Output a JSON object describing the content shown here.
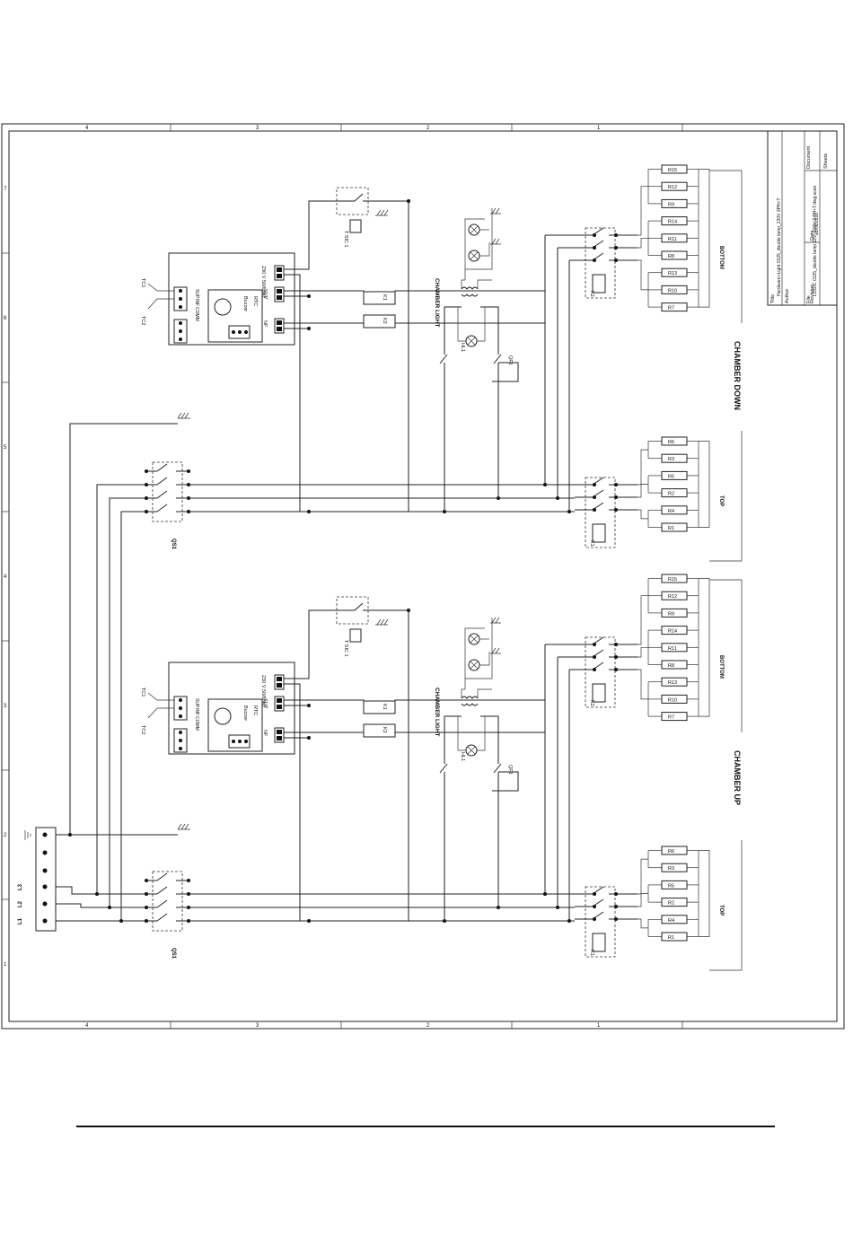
{
  "title_block": {
    "title_label": "Title",
    "title_value": "Hardware+Light 0125_double lamp_230V 3PH+T",
    "author_label": "Author",
    "file_label": "File",
    "file_value": "LOGIC 0125_double lamp 12V_230V 3 PH+T.dwg.scan",
    "revision_label": "Revision",
    "date_label": "Date",
    "date_value": "23/06/2016",
    "document_label": "Document",
    "sheets_label": "Sheets"
  },
  "frame": {
    "top_ticks": [
      "4",
      "3",
      "2",
      "1"
    ],
    "bottom_ticks": [
      "4",
      "3",
      "2",
      "1"
    ],
    "left_ticks": [
      "7",
      "6",
      "5",
      "4",
      "3",
      "2",
      "1"
    ]
  },
  "terminal": {
    "labels": [
      "L3",
      "L2",
      "L1"
    ]
  },
  "sections": [
    {
      "name": "CHAMBER DOWN",
      "groups": [
        {
          "label": "BOTTOM",
          "contactor": "K2",
          "resistors": [
            "R15",
            "R12",
            "R9",
            "R14",
            "R11",
            "R8",
            "R13",
            "R10",
            "R7"
          ]
        },
        {
          "label": "TOP",
          "contactor": "K1",
          "resistors": [
            "R6",
            "R3",
            "R5",
            "R2",
            "R4",
            "R1"
          ]
        }
      ],
      "switch": "QS1",
      "light": "CHAMBER LIGHT",
      "lamp": "HL1",
      "light_breaker": "QF1",
      "thermostat": "T SIC 1",
      "relays": [
        "K1",
        "K2"
      ],
      "controller": {
        "power": "230 V 50/60Hz",
        "sup": "SUP",
        "nf": "NF",
        "rtc": "RTC",
        "buzzer": "Buzzer",
        "pins": [
          "SUP",
          "INF",
          "COMM"
        ],
        "tc1": "TC1",
        "tc2": "TC2"
      }
    },
    {
      "name": "CHAMBER UP",
      "groups": [
        {
          "label": "BOTTOM",
          "contactor": "K2",
          "resistors": [
            "R15",
            "R12",
            "R9",
            "R14",
            "R11",
            "R8",
            "R13",
            "R10",
            "R7"
          ]
        },
        {
          "label": "TOP",
          "contactor": "K1",
          "resistors": [
            "R6",
            "R3",
            "R5",
            "R2",
            "R4",
            "R1"
          ]
        }
      ],
      "switch": "QS1",
      "light": "CHAMBER LIGHT",
      "lamp": "HL1",
      "light_breaker": "QF1",
      "thermostat": "T SIC 1",
      "relays": [
        "K1",
        "K2"
      ],
      "controller": {
        "power": "230 V 50/60Hz",
        "sup": "SUP",
        "nf": "NF",
        "rtc": "RTC",
        "buzzer": "Buzzer",
        "pins": [
          "SUP",
          "INF",
          "COMM"
        ],
        "tc1": "TC1",
        "tc2": "TC2"
      }
    }
  ],
  "colors": {
    "ink": "#111111",
    "paper": "#ffffff"
  }
}
